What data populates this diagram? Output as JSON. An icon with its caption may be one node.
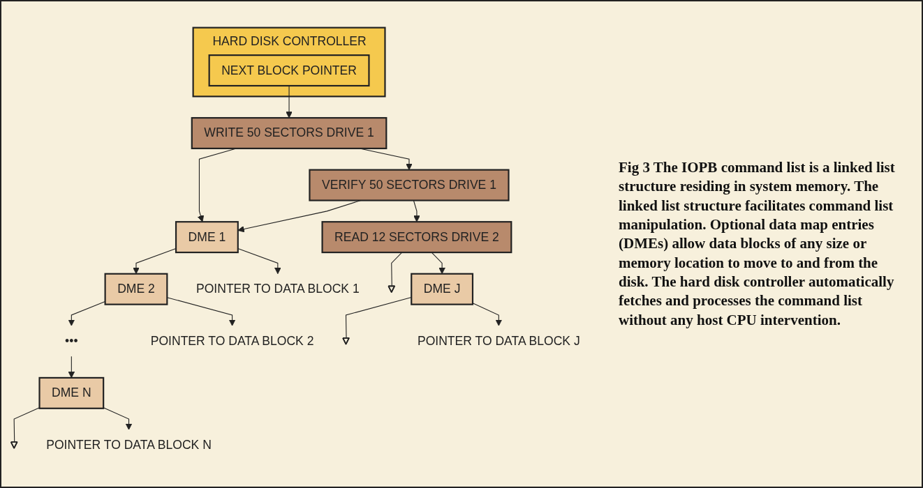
{
  "diagram": {
    "caption": "Fig 3 The IOPB command list is a linked list structure residing in system memory. The linked list structure facilitates command list manipulation. Optional data map entries (DMEs) allow data blocks of any size or memory location to move to and from the disk. The hard disk controller automatically fetches and processes the command list without any host CPU intervention.",
    "nodes": [
      {
        "text": [
          "HARD DISK CONTROLLER"
        ]
      },
      {
        "text": [
          "NEXT BLOCK POINTER"
        ],
        "in": 0
      },
      {
        "text": [
          "WRITE 50 SECTORS DRIVE 1"
        ]
      },
      {
        "text": [
          "DME 1"
        ]
      },
      {
        "text": [
          "DME 2"
        ]
      },
      {
        "text": [
          "•••"
        ]
      },
      {
        "text": [
          "DME N"
        ]
      },
      {
        "text": [],
        "shape": "ground"
      },
      {
        "text": [
          "VERIFY 50 SECTORS DRIVE 1"
        ]
      },
      {
        "text": [
          "POINTER TO DATA BLOCK 1"
        ]
      },
      {
        "text": [
          "POINTER TO DATA BLOCK 2"
        ]
      },
      {
        "text": [
          "POINTER TO DATA BLOCK N"
        ]
      },
      {
        "text": [],
        "shape": "ground"
      },
      {
        "text": [
          "READ 12 SECTORS DRIVE 2"
        ]
      },
      {
        "text": [
          "DME J"
        ]
      },
      {
        "text": [],
        "shape": "ground"
      },
      {
        "text": [
          "POINTER TO DATA BLOCK J"
        ]
      }
    ],
    "edges": [
      {
        "from": 1,
        "to": 2,
        "arrow": "to"
      },
      {
        "from": 2,
        "to": 8,
        "arrow": "to"
      },
      {
        "from": 2,
        "to": 3,
        "arrow": "to"
      },
      {
        "from": 3,
        "to": 4,
        "arrow": "to"
      },
      {
        "from": 4,
        "to": 5,
        "arrow": "to"
      },
      {
        "from": 5,
        "to": 6,
        "arrow": "to"
      },
      {
        "from": 6,
        "to": 7,
        "arrow": "none"
      },
      {
        "from": 8,
        "to": 13,
        "arrow": "to"
      },
      {
        "from": 8,
        "to": 3,
        "arrow": "to"
      },
      {
        "from": 3,
        "to": 9,
        "arrow": "to"
      },
      {
        "from": 4,
        "to": 10,
        "arrow": "to"
      },
      {
        "from": 6,
        "to": 11,
        "arrow": "to"
      },
      {
        "from": 13,
        "to": 12,
        "arrow": "none"
      },
      {
        "from": 13,
        "to": 14,
        "arrow": "to"
      },
      {
        "from": 14,
        "to": 15,
        "arrow": "none"
      },
      {
        "from": 14,
        "to": 16,
        "arrow": "to"
      }
    ]
  }
}
